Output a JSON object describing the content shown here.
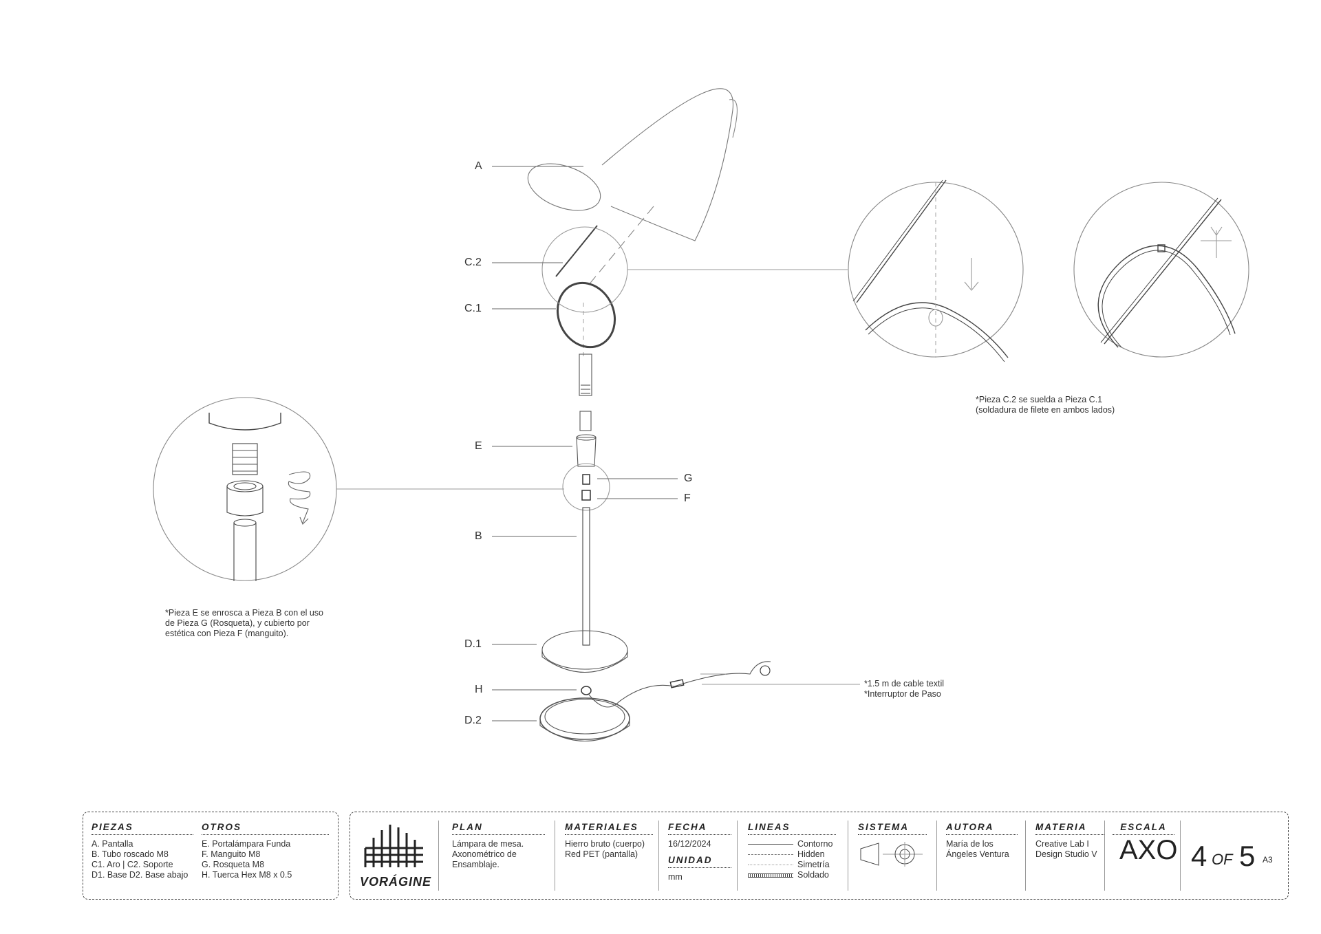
{
  "labels": {
    "A": "A",
    "C2": "C.2",
    "C1": "C.1",
    "E": "E",
    "G": "G",
    "F": "F",
    "B": "B",
    "D1": "D.1",
    "H": "H",
    "D2": "D.2"
  },
  "notes": {
    "weld": [
      "*Pieza C.2 se suelda a Pieza C.1",
      "(soldadura de filete en ambos lados)"
    ],
    "thread": [
      "*Pieza E se enrosca a Pieza B con el uso",
      "de Pieza G (Rosqueta), y cubierto por",
      "estética con Pieza F (manguito)."
    ],
    "cable": [
      "*1.5 m de cable textil",
      "*Interruptor de Paso"
    ]
  },
  "piezas": {
    "title": "PIEZAS",
    "items": [
      "A. Pantalla",
      "B. Tubo roscado M8",
      "C1. Aro | C2. Soporte",
      "D1. Base D2. Base abajo"
    ]
  },
  "otros": {
    "title": "OTROS",
    "items": [
      "E. Portalámpara Funda",
      "F. Manguito M8",
      "G. Rosqueta M8",
      "H. Tuerca Hex M8 x 0.5"
    ]
  },
  "logo": {
    "name": "VORÁGINE"
  },
  "plan": {
    "title": "PLAN",
    "lines": [
      "Lámpara de mesa.",
      "Axonométrico de",
      "Ensamblaje."
    ]
  },
  "materiales": {
    "title": "MATERIALES",
    "lines": [
      "Hierro bruto (cuerpo)",
      "Red PET (pantalla)"
    ]
  },
  "fecha": {
    "title": "FECHA",
    "value": "16/12/2024"
  },
  "unidad": {
    "title": "UNIDAD",
    "value": "mm"
  },
  "lineas": {
    "title": "LINEAS",
    "items": [
      "Contorno",
      "Hidden",
      "Simetría",
      "Soldado"
    ]
  },
  "sistema": {
    "title": "SISTEMA"
  },
  "autora": {
    "title": "AUTORA",
    "lines": [
      "María de los",
      "Ángeles Ventura"
    ]
  },
  "materia": {
    "title": "MATERIA",
    "lines": [
      "Creative Lab I",
      "Design Studio V"
    ]
  },
  "escala": {
    "title": "ESCALA",
    "value": "AXO"
  },
  "sheet": {
    "num": "4",
    "of": "OF",
    "total": "5",
    "size": "A3"
  },
  "colors": {
    "ink": "#333333",
    "paper": "#ffffff"
  }
}
